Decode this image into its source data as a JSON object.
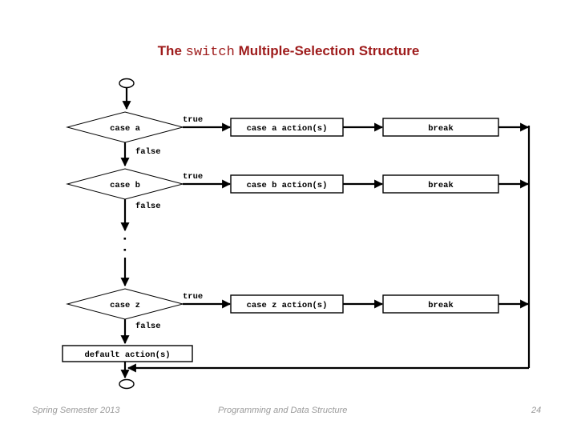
{
  "slide": {
    "title_prefix": "The ",
    "title_keyword": "switch",
    "title_suffix": " Multiple-Selection Structure",
    "background": "#ffffff",
    "title_color": "#9E1B1B"
  },
  "flowchart": {
    "start_connector": "start-connector",
    "end_connector": "end-connector",
    "ellipsis": "vertical-ellipsis",
    "branch_true": "true",
    "branch_false": "false",
    "rows": [
      {
        "decision": "case a",
        "action": "case a action(s)",
        "terminator": "break"
      },
      {
        "decision": "case b",
        "action": "case b action(s)",
        "terminator": "break"
      },
      {
        "decision": "case z",
        "action": "case z action(s)",
        "terminator": "break"
      }
    ],
    "default_action": "default action(s)"
  },
  "footer": {
    "left": "Spring Semester 2013",
    "center": "Programming and Data Structure",
    "page": "24",
    "color": "#9a9a9a"
  }
}
